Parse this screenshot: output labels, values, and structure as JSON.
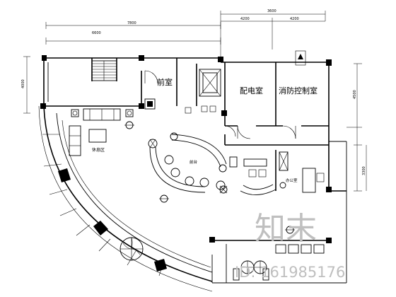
{
  "rooms": {
    "front_room": "前室",
    "power_room": "配电室",
    "fire_control_room": "消防控制室",
    "lounge": "休息区",
    "reception": "前台",
    "office": "办公室"
  },
  "dimensions": {
    "top_right": "3600",
    "top_a": "4200",
    "top_b": "4200",
    "top_left": "7800",
    "top_mid": "6600",
    "left": "4000",
    "right_a": "4500",
    "right_b": "3300"
  },
  "watermark": {
    "brand": "知末",
    "id_text": "ID: 161985176"
  },
  "colors": {
    "line": "#000000",
    "watermark": "#bfbfbf"
  }
}
